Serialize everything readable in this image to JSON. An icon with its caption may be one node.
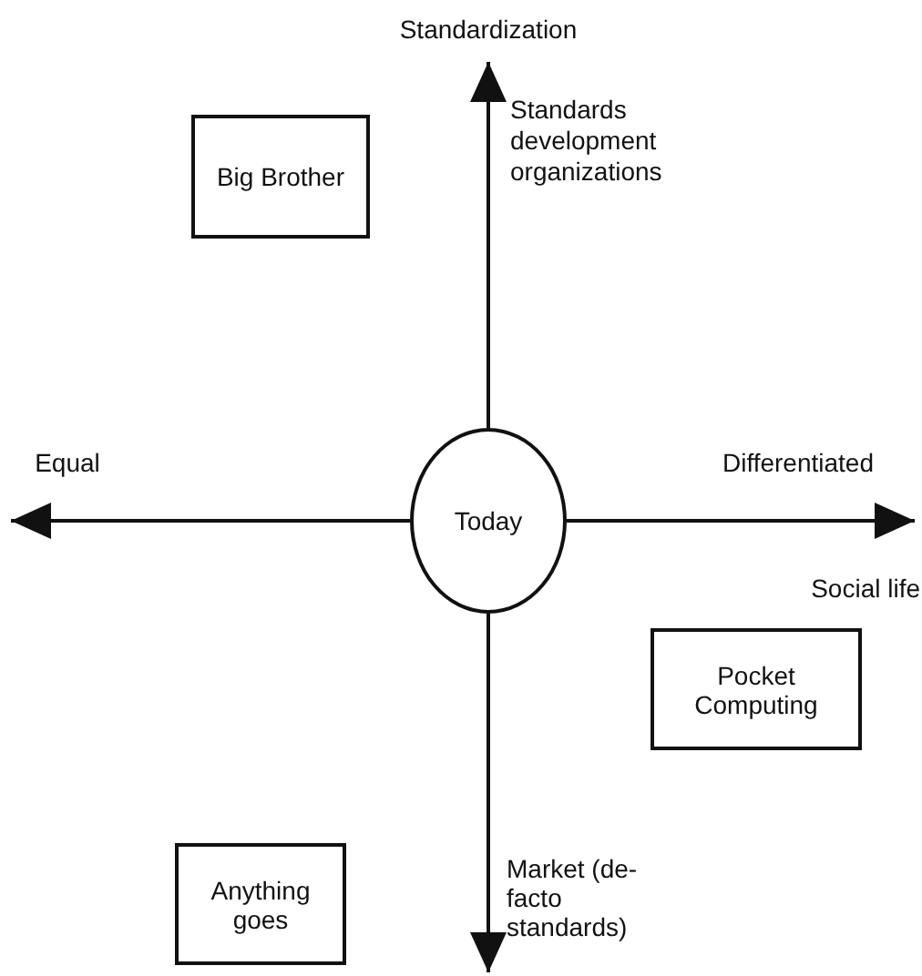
{
  "diagram": {
    "nodes": [
      {
        "text": [
          "Standardization"
        ]
      },
      {
        "text": [
          "Big Brother"
        ]
      },
      {
        "text": [
          "Equal"
        ]
      },
      {
        "text": [
          "Today"
        ]
      },
      {
        "text": [
          "Differentiated"
        ]
      },
      {
        "text": [
          "Pocket Computing"
        ]
      },
      {
        "text": [
          "Anything goes"
        ]
      },
      {
        "text": [
          "Market (de-facto standards)"
        ]
      }
    ],
    "edges": [
      {
        "from": 3,
        "to": 0,
        "arrow": "to"
      },
      {
        "from": 3,
        "to": 2,
        "arrow": "to"
      },
      {
        "from": 3,
        "to": 4,
        "arrow": "to"
      },
      {
        "from": 3,
        "to": 7,
        "arrow": "to"
      }
    ],
    "labels": [
      "Standards development organizations",
      "Social life"
    ]
  }
}
